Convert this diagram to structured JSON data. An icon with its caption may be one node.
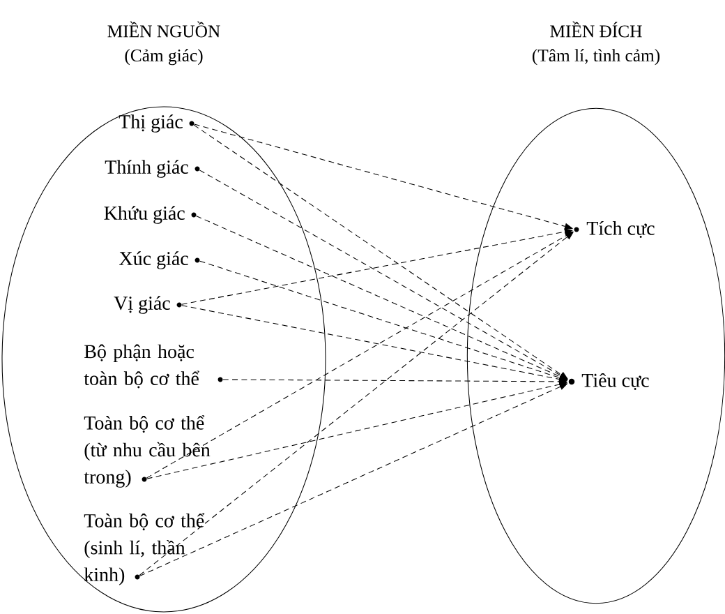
{
  "diagram": {
    "nodes": [
      {
        "text": [
          "MIỀN NGUỒN",
          "(Cảm giác)"
        ]
      },
      {
        "text": [
          "MIỀN ĐÍCH",
          "(Tâm lí, tình cảm)"
        ]
      },
      {
        "text": [
          "Thị giác"
        ],
        "in": 0
      },
      {
        "text": [
          "Thính giác"
        ],
        "in": 0
      },
      {
        "text": [
          "Khứu giác"
        ],
        "in": 0
      },
      {
        "text": [
          "Xúc giác"
        ],
        "in": 0
      },
      {
        "text": [
          "Vị giác"
        ],
        "in": 0
      },
      {
        "text": [
          "Bộ phận hoặc toàn bộ cơ thể"
        ],
        "in": 0
      },
      {
        "text": [
          "Toàn bộ cơ thể (từ nhu cầu bên trong)"
        ],
        "in": 0
      },
      {
        "text": [
          "Toàn bộ cơ thể (sinh lí, thần kinh)"
        ],
        "in": 0
      },
      {
        "text": [
          "Tích cực"
        ],
        "in": 1
      },
      {
        "text": [
          "Tiêu cực"
        ],
        "in": 1
      }
    ],
    "edges": [
      {
        "from": 2,
        "to": 10,
        "arrow": "to",
        "style": "dashed"
      },
      {
        "from": 2,
        "to": 11,
        "arrow": "to",
        "style": "dashed"
      },
      {
        "from": 3,
        "to": 11,
        "arrow": "to",
        "style": "dashed"
      },
      {
        "from": 4,
        "to": 11,
        "arrow": "to",
        "style": "dashed"
      },
      {
        "from": 5,
        "to": 11,
        "arrow": "to",
        "style": "dashed"
      },
      {
        "from": 6,
        "to": 10,
        "arrow": "to",
        "style": "dashed"
      },
      {
        "from": 6,
        "to": 11,
        "arrow": "to",
        "style": "dashed"
      },
      {
        "from": 7,
        "to": 11,
        "arrow": "to",
        "style": "dashed"
      },
      {
        "from": 8,
        "to": 10,
        "arrow": "to",
        "style": "dashed"
      },
      {
        "from": 8,
        "to": 11,
        "arrow": "to",
        "style": "dashed"
      },
      {
        "from": 9,
        "to": 10,
        "arrow": "to",
        "style": "dashed"
      },
      {
        "from": 9,
        "to": 11,
        "arrow": "to",
        "style": "dashed"
      }
    ]
  }
}
